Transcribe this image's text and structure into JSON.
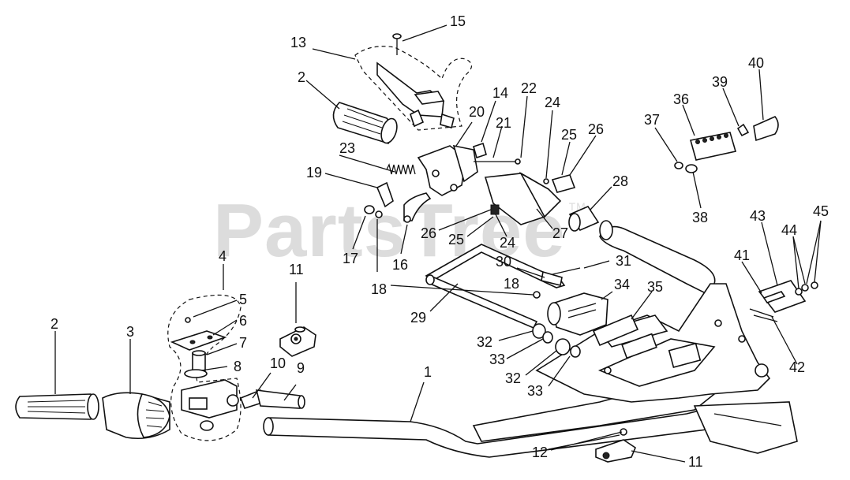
{
  "watermark": {
    "text": "PartsTree",
    "tm": "TM"
  },
  "callouts": {
    "c1": "1",
    "c2a": "2",
    "c2b": "2",
    "c3": "3",
    "c4": "4",
    "c5": "5",
    "c6": "6",
    "c7": "7",
    "c8": "8",
    "c9": "9",
    "c10": "10",
    "c11a": "11",
    "c11b": "11",
    "c12": "12",
    "c13": "13",
    "c14": "14",
    "c15": "15",
    "c16": "16",
    "c17": "17",
    "c18a": "18",
    "c18b": "18",
    "c19": "19",
    "c20": "20",
    "c21": "21",
    "c22": "22",
    "c23": "23",
    "c24a": "24",
    "c24b": "24",
    "c25a": "25",
    "c25b": "25",
    "c26a": "26",
    "c26b": "26",
    "c27": "27",
    "c28": "28",
    "c29": "29",
    "c30": "30",
    "c31": "31",
    "c32a": "32",
    "c32b": "32",
    "c33a": "33",
    "c33b": "33",
    "c34": "34",
    "c35": "35",
    "c36": "36",
    "c37": "37",
    "c38": "38",
    "c39": "39",
    "c40": "40",
    "c41": "41",
    "c42": "42",
    "c43": "43",
    "c44": "44",
    "c45": "45"
  }
}
